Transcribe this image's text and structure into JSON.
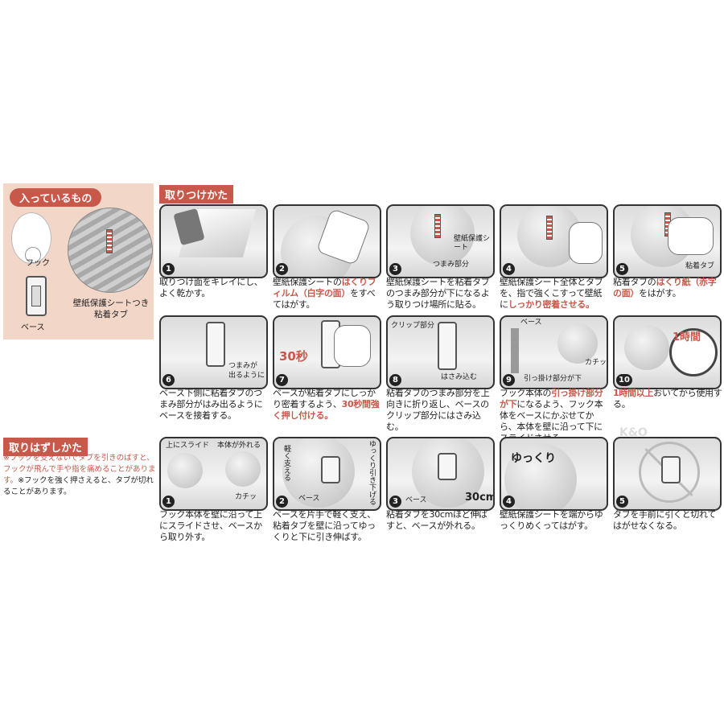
{
  "contents": {
    "title": "入っているもの",
    "hook_label": "フック",
    "base_label": "ベース",
    "sheet_label_1": "壁紙保護シートつき",
    "sheet_label_2": "粘着タブ"
  },
  "install": {
    "title": "取りつけかた",
    "steps": [
      {
        "num": "1",
        "caption": [
          "取りつけ面をキレイにし、",
          "よく乾かす。"
        ]
      },
      {
        "num": "2",
        "caption": [
          "壁紙保護シートの",
          "はくり",
          "フィルム（白字の面）",
          "をすべてはがす。"
        ],
        "highlight": [
          1,
          2
        ]
      },
      {
        "num": "3",
        "caption": [
          "壁紙保護シートを粘着タブのつまみ部分が下になるよう取りつけ場所に貼る。"
        ],
        "labels": [
          "壁紙保護シート",
          "つまみ部分"
        ]
      },
      {
        "num": "4",
        "caption": [
          "壁紙保護シート全体とタブを、指で強くこすって壁紙に",
          "しっかり密着させる。"
        ],
        "highlight": [
          1
        ]
      },
      {
        "num": "5",
        "caption": [
          "粘着タブの",
          "はくり紙（赤字の面）",
          "をはがす。"
        ],
        "highlight": [
          1
        ],
        "labels": [
          "粘着タブ"
        ]
      },
      {
        "num": "6",
        "caption": [
          "ベース下側に粘着タブのつまみ部分がはみ出るようにベースを接着する。"
        ],
        "labels": [
          "つまみが",
          "出るように"
        ]
      },
      {
        "num": "7",
        "caption": [
          "ベースが粘着タブにしっかり密着するよう、",
          "30秒間強く押し付ける。"
        ],
        "highlight": [
          1
        ],
        "labels": [
          "30秒"
        ]
      },
      {
        "num": "8",
        "caption": [
          "粘着タブのつまみ部分を上向きに折り返し、ベースのクリップ部分にはさみ込む。"
        ],
        "labels": [
          "クリップ部分",
          "はさみ込む"
        ]
      },
      {
        "num": "9",
        "caption": [
          "フック本体の",
          "引っ掛け部分が下",
          "になるよう、フック本体をベースにかぶせてから、本体を壁に沿って下にスライドさせる。"
        ],
        "highlight": [
          1
        ],
        "labels": [
          "ベース",
          "カチッ",
          "引っ掛け部分が下"
        ]
      },
      {
        "num": "10",
        "caption": [
          "1時間以上",
          "おいてから使用する。"
        ],
        "highlight": [
          0
        ],
        "labels": [
          "1時間"
        ]
      }
    ]
  },
  "remove": {
    "title": "取りはずしかた",
    "warning_red": "※フックを支えないでタブを引きのばすと、フックが飛んで手や指を痛めることがあります。",
    "warning_black": "※フックを強く押さえると、タブが切れることがあります。",
    "steps": [
      {
        "num": "1",
        "caption": [
          "フック本体を壁に沿って上にスライドさせ、ベースから取り外す。"
        ],
        "labels": [
          "上にスライド",
          "本体が外れる",
          "カチッ"
        ]
      },
      {
        "num": "2",
        "caption": [
          "ベースを片手で軽く支え、粘着タブを壁に沿ってゆっくりと下に引き伸ばす。"
        ],
        "labels": [
          "軽く支える",
          "ゆっくり引き下げる",
          "ベース"
        ]
      },
      {
        "num": "3",
        "caption": [
          "粘着タブを30cmほど伸ばすと、ベースが外れる。"
        ],
        "labels": [
          "ベース",
          "30cm"
        ]
      },
      {
        "num": "4",
        "caption": [
          "壁紙保護シートを端からゆっくりめくってはがす。"
        ],
        "labels": [
          "ゆっくり"
        ]
      },
      {
        "num": "5",
        "caption": [
          "タブを手前に引くと切れてはがせなくなる。"
        ]
      }
    ]
  },
  "watermark": "K&O",
  "colors": {
    "accent": "#c8584a",
    "contents_bg": "#f2d6c8"
  }
}
